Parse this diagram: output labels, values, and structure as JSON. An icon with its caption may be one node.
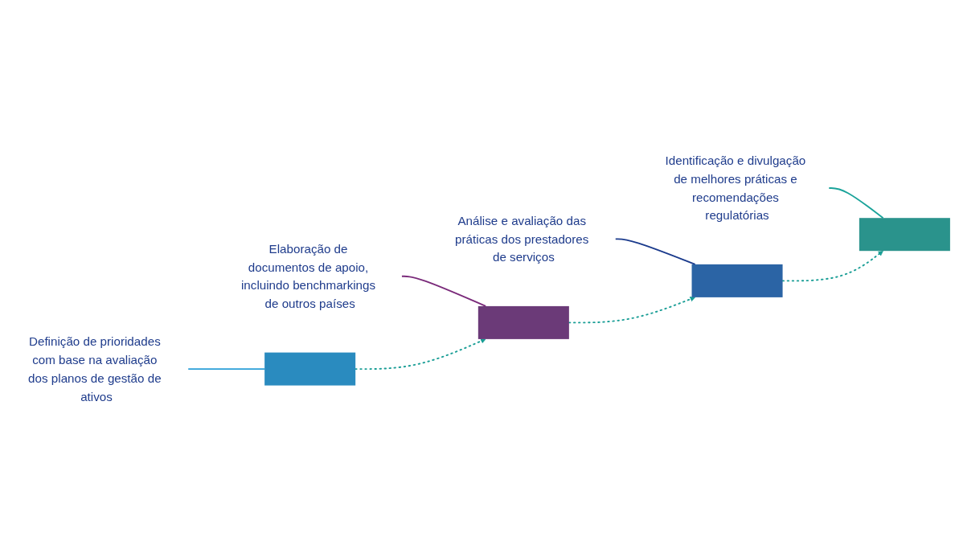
{
  "diagram": {
    "nodes": [
      {
        "text": [
          "Definição de prioridades com base na avaliação dos planos de gestão de ativos"
        ]
      },
      {
        "text": [],
        "shape": "box"
      },
      {
        "text": [
          "Elaboração de documentos de apoio, incluindo benchmarkings de outros países"
        ]
      },
      {
        "text": [],
        "shape": "box"
      },
      {
        "text": [
          "Análise e avaliação das práticas dos prestadores de serviços"
        ]
      },
      {
        "text": [],
        "shape": "box"
      },
      {
        "text": [
          "Identificação e divulgação de melhores práticas e recomendações regulatórias"
        ]
      },
      {
        "text": [],
        "shape": "box"
      }
    ],
    "edges": [
      {
        "from": 0,
        "to": 1,
        "arrow": "none",
        "color": "#2a9fd8"
      },
      {
        "from": 2,
        "to": 3,
        "arrow": "none",
        "color": "#7a2a7a"
      },
      {
        "from": 4,
        "to": 5,
        "arrow": "none",
        "color": "#1a3a8c"
      },
      {
        "from": 6,
        "to": 7,
        "arrow": "none",
        "color": "#1aa39a"
      },
      {
        "from": 1,
        "to": 3,
        "arrow": "to",
        "style": "dashed",
        "color": "#1a9e96"
      },
      {
        "from": 3,
        "to": 5,
        "arrow": "to",
        "style": "dashed",
        "color": "#1a9e96"
      },
      {
        "from": 5,
        "to": 7,
        "arrow": "to",
        "style": "dashed",
        "color": "#1a9e96"
      }
    ]
  }
}
